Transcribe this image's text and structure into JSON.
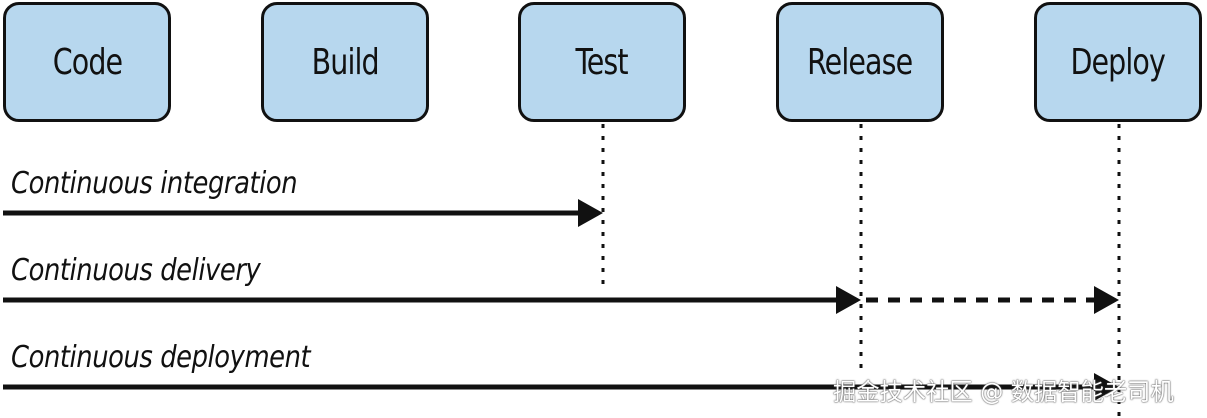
{
  "stages": [
    "Code",
    "Build",
    "Test",
    "Release",
    "Deploy"
  ],
  "flows": {
    "ci": "Continuous integration",
    "delivery": "Continuous delivery",
    "deployment": "Continuous deployment"
  },
  "watermark": "掘金技术社区 @ 数据智能老司机",
  "colors": {
    "box_fill": "#b7d7ee",
    "line": "#111111"
  }
}
